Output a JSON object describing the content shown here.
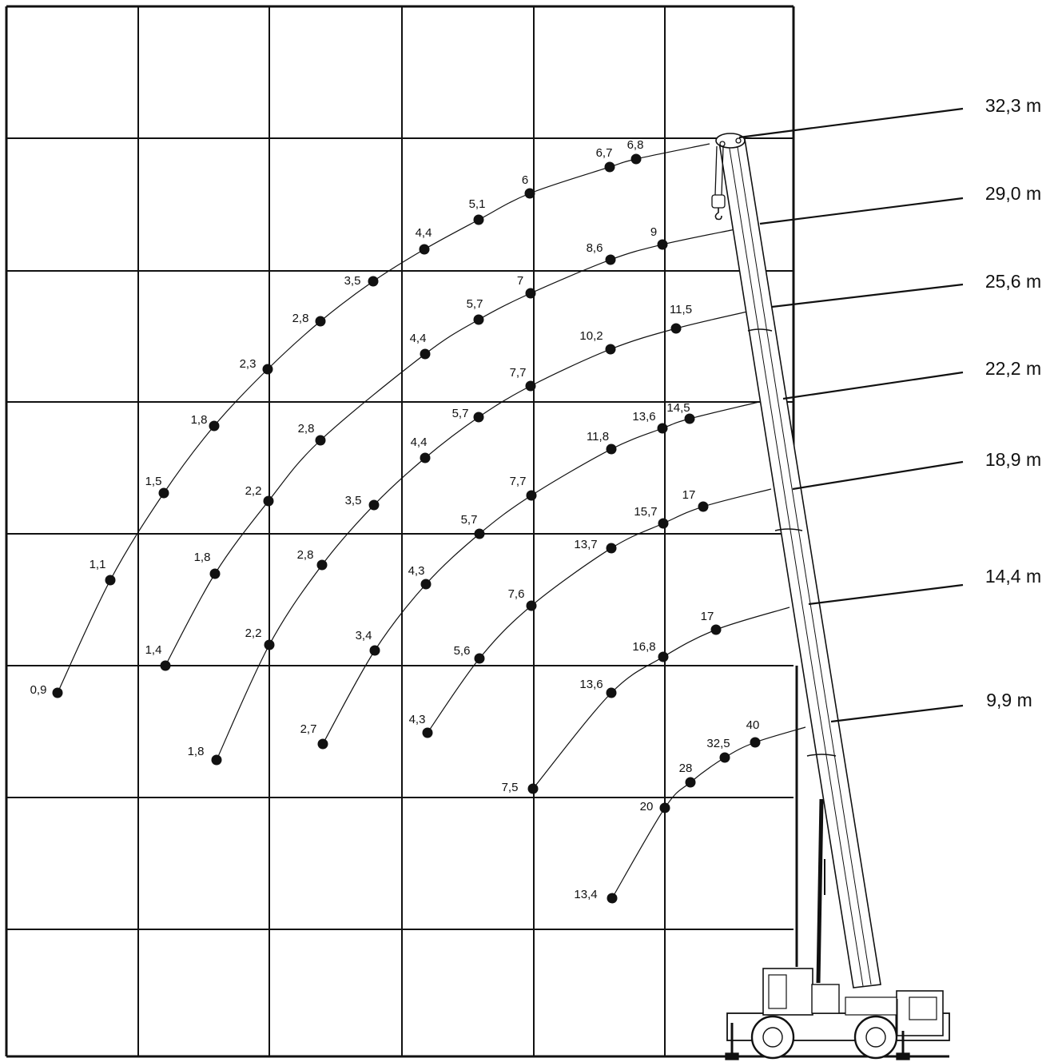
{
  "chart_data": {
    "type": "scatter",
    "title": "",
    "xlabel": "",
    "ylabel": "",
    "grid": true,
    "boom_lengths": [
      "32,3 m",
      "29,0 m",
      "25,6 m",
      "22,2 m",
      "18,9 m",
      "14,4 m",
      "9,9 m"
    ],
    "curves": [
      {
        "boom": "32,3 m",
        "points": [
          "6,8",
          "6,7",
          "6",
          "5,1",
          "4,4",
          "3,5",
          "2,8",
          "2,3",
          "1,8",
          "1,5",
          "1,1",
          "0,9"
        ]
      },
      {
        "boom": "29,0 m",
        "points": [
          "9",
          "8,6",
          "7",
          "5,7",
          "4,4",
          "2,8",
          "2,2",
          "1,8",
          "1,4"
        ]
      },
      {
        "boom": "25,6 m",
        "points": [
          "11,5",
          "10,2",
          "7,7",
          "5,7",
          "4,4",
          "3,5",
          "2,8",
          "2,2",
          "1,8"
        ]
      },
      {
        "boom": "22,2 m",
        "points": [
          "14,5",
          "13,6",
          "11,8",
          "7,7",
          "5,7",
          "4,3",
          "3,4",
          "2,7"
        ]
      },
      {
        "boom": "18,9 m",
        "points": [
          "17",
          "15,7",
          "13,7",
          "7,6",
          "5,6",
          "4,3"
        ]
      },
      {
        "boom": "14,4 m",
        "points": [
          "17",
          "16,8",
          "13,6",
          "7,5"
        ]
      },
      {
        "boom": "9,9 m",
        "points": [
          "40",
          "32,5",
          "28",
          "20",
          "13,4"
        ]
      }
    ]
  },
  "colors": {
    "ink": "#111111",
    "paper": "#ffffff"
  },
  "icons": {
    "crane": "mobile-crane-icon"
  }
}
